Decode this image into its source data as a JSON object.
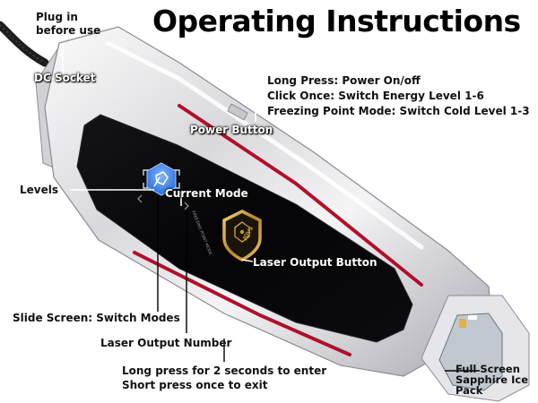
{
  "title": "Operating Instructions",
  "labels": {
    "plug_in": [
      "Plug in",
      "before use"
    ],
    "dc_socket": "DC Socket",
    "power_info": [
      "Long Press: Power On/off",
      "Click Once: Switch Energy Level 1-6",
      "Freezing Point Mode: Switch Cold Level 1-3"
    ],
    "power_button": "Power Button",
    "levels": "Levels",
    "current_mode": "Current Mode",
    "laser_output_button": "Laser Output Button",
    "slide_screen": "Slide Screen: Switch Modes",
    "laser_output_number": "Laser Output Number",
    "press_info": [
      "Long press for 2 seconds to enter",
      "Short press once to exit"
    ],
    "sapphire": [
      "Full Screen",
      "Sapphire Ice",
      "Pack"
    ]
  },
  "device": {
    "button_brand": "JOVS",
    "screen_mode_text": "FREEZING POINT MODE"
  },
  "colors": {
    "title": "#000000",
    "accent_red": "#b0102a",
    "screen": "#050507",
    "icon_blue": "#3a86f0",
    "gold": "#c79a3a"
  }
}
